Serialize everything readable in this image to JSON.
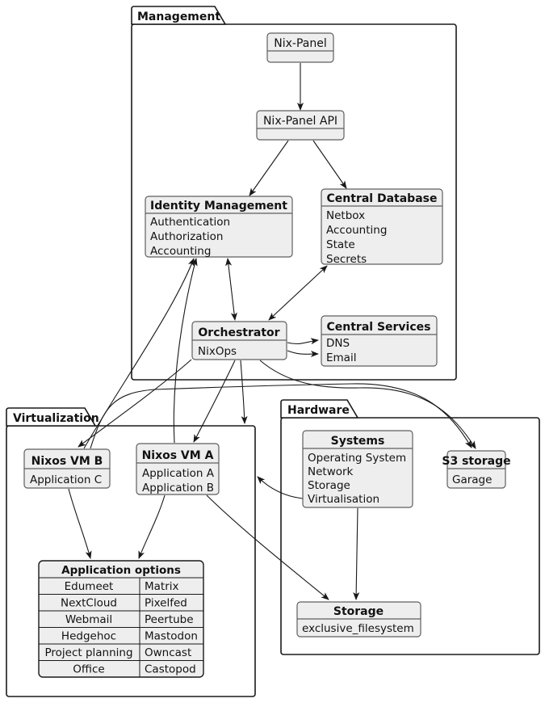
{
  "packages": {
    "management": {
      "label": "Management"
    },
    "virtualization": {
      "label": "Virtualization"
    },
    "hardware": {
      "label": "Hardware"
    }
  },
  "nodes": {
    "nix_panel": {
      "title": "Nix-Panel"
    },
    "nix_panel_api": {
      "title": "Nix-Panel API"
    },
    "identity_management": {
      "title": "Identity Management",
      "items": [
        "Authentication",
        "Authorization",
        "Accounting"
      ]
    },
    "central_database": {
      "title": "Central Database",
      "items": [
        "Netbox",
        "Accounting",
        "State",
        "Secrets"
      ]
    },
    "orchestrator": {
      "title": "Orchestrator",
      "items": [
        "NixOps"
      ]
    },
    "central_services": {
      "title": "Central Services",
      "items": [
        "DNS",
        "Email"
      ]
    },
    "nixos_vm_b": {
      "title": "Nixos VM B",
      "items": [
        "Application C"
      ]
    },
    "nixos_vm_a": {
      "title": "Nixos VM A",
      "items": [
        "Application A",
        "Application B"
      ]
    },
    "systems": {
      "title": "Systems",
      "items": [
        "Operating System",
        "Network",
        "Storage",
        "Virtualisation"
      ]
    },
    "s3_storage": {
      "title": "S3 storage",
      "items": [
        "Garage"
      ]
    },
    "storage": {
      "title": "Storage",
      "items": [
        "exclusive_filesystem"
      ]
    },
    "application_options": {
      "title": "Application options",
      "rows": [
        [
          "Edumeet",
          "Matrix"
        ],
        [
          "NextCloud",
          "Pixelfed"
        ],
        [
          "Webmail",
          "Peertube"
        ],
        [
          "Hedgehoc",
          "Mastodon"
        ],
        [
          "Project planning",
          "Owncast"
        ],
        [
          "Office",
          "Castopod"
        ]
      ]
    }
  },
  "edges": [
    {
      "from": "nix_panel",
      "to": "nix_panel_api"
    },
    {
      "from": "nix_panel_api",
      "to": "identity_management"
    },
    {
      "from": "nix_panel_api",
      "to": "central_database"
    },
    {
      "from": "identity_management",
      "to": "orchestrator",
      "bidirectional": true
    },
    {
      "from": "central_database",
      "to": "orchestrator",
      "bidirectional": true
    },
    {
      "from": "orchestrator",
      "to": "central_services_dns"
    },
    {
      "from": "orchestrator",
      "to": "central_services_email"
    },
    {
      "from": "orchestrator",
      "to": "nixos_vm_a"
    },
    {
      "from": "orchestrator",
      "to": "nixos_vm_b"
    },
    {
      "from": "orchestrator",
      "to": "virtualization_package"
    },
    {
      "from": "orchestrator",
      "to": "s3_storage"
    },
    {
      "from": "nixos_vm_a",
      "to": "identity_management"
    },
    {
      "from": "nixos_vm_b",
      "to": "identity_management"
    },
    {
      "from": "nixos_vm_a",
      "to": "application_options"
    },
    {
      "from": "nixos_vm_b",
      "to": "application_options"
    },
    {
      "from": "nixos_vm_a",
      "to": "storage"
    },
    {
      "from": "nixos_vm_b",
      "to": "s3_storage"
    },
    {
      "from": "systems",
      "to": "storage"
    },
    {
      "from": "systems",
      "to": "virtualization_package"
    }
  ],
  "colors": {
    "node_fill": "#eeeeee",
    "node_border": "#5f5f5f",
    "package_border": "#1a1a1a",
    "edge": "#181818",
    "background": "#ffffff"
  }
}
